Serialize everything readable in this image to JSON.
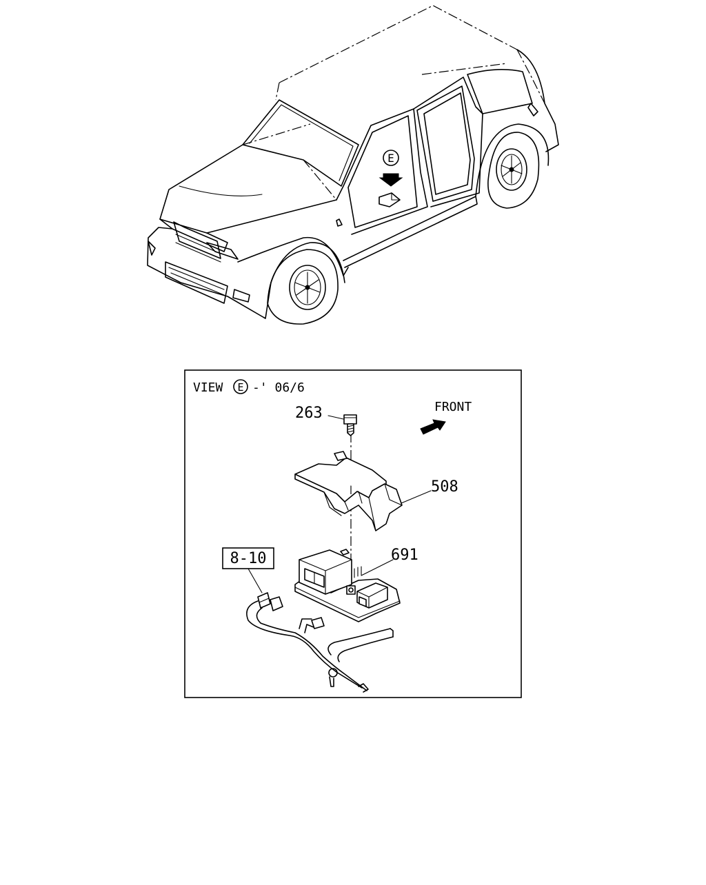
{
  "overview": {
    "view_marker": "E"
  },
  "detail": {
    "view_prefix": "VIEW",
    "view_marker": "E",
    "view_suffix": "-' 06/6",
    "front_label": "FRONT",
    "parts": {
      "bolt": "263",
      "bracket": "508",
      "module": "691",
      "harness_ref": "8-10"
    }
  }
}
